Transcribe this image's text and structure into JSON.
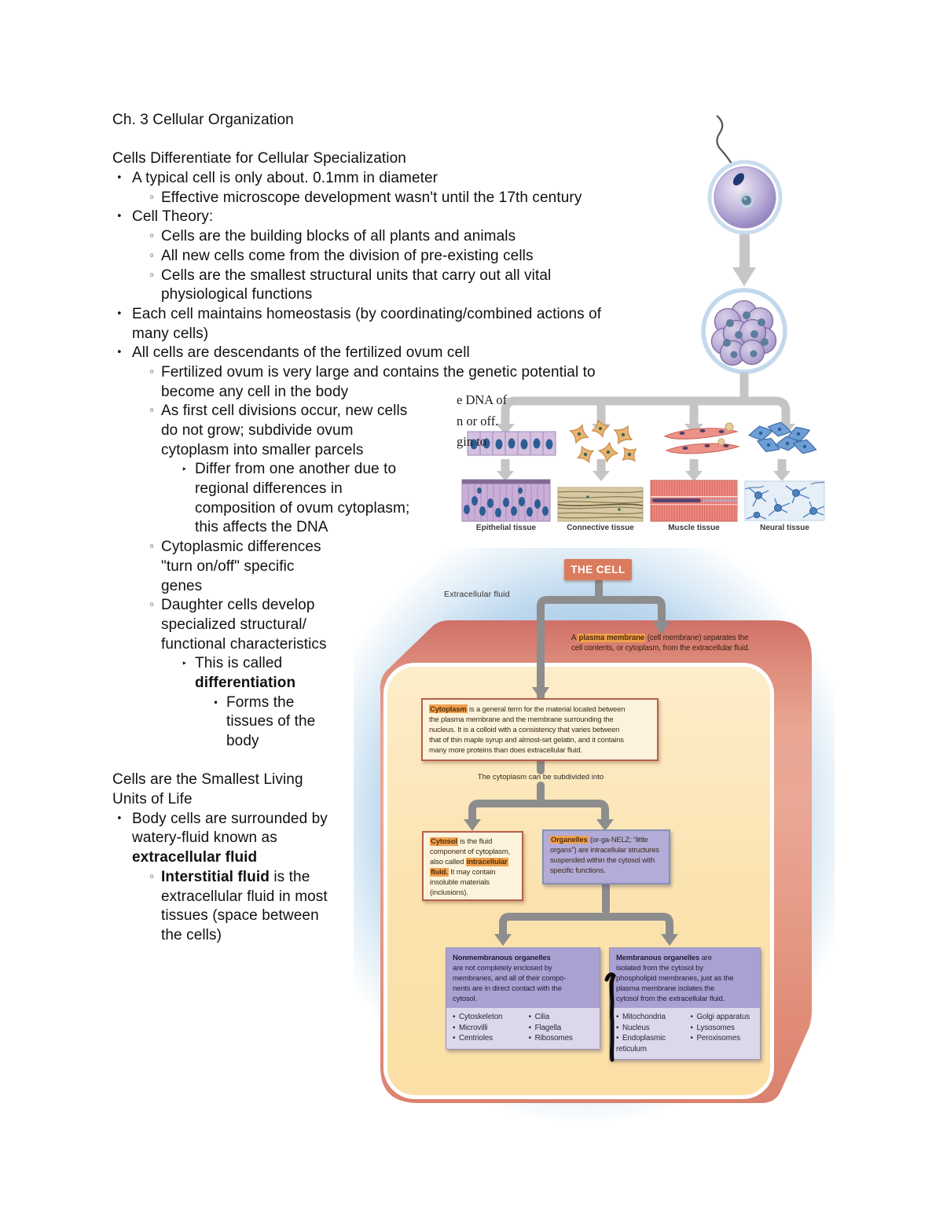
{
  "notes": {
    "lines": [
      {
        "i": 0,
        "s": [
          {
            "t": "Ch. 3 Cellular Organization"
          }
        ]
      },
      {
        "g": true
      },
      {
        "i": 0,
        "s": [
          {
            "t": "Cells Differentiate for Cellular Specialization"
          }
        ]
      },
      {
        "i": 1,
        "b": "dot",
        "s": [
          {
            "t": "A typical cell is only about. 0.1mm in diameter"
          }
        ]
      },
      {
        "i": 2,
        "b": "circ",
        "s": [
          {
            "t": "Effective microscope development wasn't until the 17th century"
          }
        ]
      },
      {
        "i": 1,
        "b": "dot",
        "s": [
          {
            "t": "Cell Theory:"
          }
        ]
      },
      {
        "i": 2,
        "b": "circ",
        "s": [
          {
            "t": "Cells are the building blocks of all plants and animals"
          }
        ]
      },
      {
        "i": 2,
        "b": "circ",
        "s": [
          {
            "t": "All new cells come from the division of pre-existing cells"
          }
        ]
      },
      {
        "i": 2,
        "b": "circ",
        "s": [
          {
            "t": "Cells are the smallest structural units that carry out all vital"
          }
        ]
      },
      {
        "i": 2,
        "s": [
          {
            "t": "physiological functions"
          }
        ]
      },
      {
        "i": 1,
        "b": "dot",
        "s": [
          {
            "t": "Each cell maintains homeostasis (by coordinating/combined actions of"
          }
        ]
      },
      {
        "i": 1,
        "s": [
          {
            "t": "many cells)"
          }
        ]
      },
      {
        "i": 1,
        "b": "dot",
        "s": [
          {
            "t": "All cells are descendants of the fertilized ovum cell"
          }
        ]
      },
      {
        "i": 2,
        "b": "circ",
        "s": [
          {
            "t": "Fertilized ovum is very large and contains the genetic potential to"
          }
        ]
      },
      {
        "i": 2,
        "s": [
          {
            "t": "become any cell in the body"
          }
        ]
      },
      {
        "i": 2,
        "b": "circ",
        "s": [
          {
            "t": "As first cell divisions occur, new cells"
          }
        ]
      },
      {
        "i": 2,
        "s": [
          {
            "t": "do not grow; subdivide ovum"
          }
        ]
      },
      {
        "i": 2,
        "s": [
          {
            "t": "cytoplasm into smaller parcels"
          }
        ]
      },
      {
        "i": 3,
        "b": "tri",
        "s": [
          {
            "t": "Differ from one another due to"
          }
        ]
      },
      {
        "i": 3,
        "s": [
          {
            "t": "regional differences in"
          }
        ]
      },
      {
        "i": 3,
        "s": [
          {
            "t": "composition of ovum cytoplasm;"
          }
        ]
      },
      {
        "i": 3,
        "s": [
          {
            "t": "this affects the DNA"
          }
        ]
      },
      {
        "i": 2,
        "b": "circ",
        "s": [
          {
            "t": "Cytoplasmic differences"
          }
        ]
      },
      {
        "i": 2,
        "s": [
          {
            "t": "\"turn on/off\" specific"
          }
        ]
      },
      {
        "i": 2,
        "s": [
          {
            "t": "genes"
          }
        ]
      },
      {
        "i": 2,
        "b": "circ",
        "s": [
          {
            "t": "Daughter cells develop"
          }
        ]
      },
      {
        "i": 2,
        "s": [
          {
            "t": "specialized structural/"
          }
        ]
      },
      {
        "i": 2,
        "s": [
          {
            "t": "functional characteristics"
          }
        ]
      },
      {
        "i": 3,
        "b": "tri",
        "s": [
          {
            "t": "This is called"
          }
        ]
      },
      {
        "i": 3,
        "s": [
          {
            "t": "differentiation",
            "b": true
          }
        ]
      },
      {
        "i": 4,
        "b": "dot",
        "s": [
          {
            "t": "Forms the"
          }
        ]
      },
      {
        "i": 4,
        "s": [
          {
            "t": "tissues of the"
          }
        ]
      },
      {
        "i": 4,
        "s": [
          {
            "t": "body"
          }
        ]
      },
      {
        "g": true
      },
      {
        "i": 0,
        "s": [
          {
            "t": "Cells are the Smallest Living"
          }
        ]
      },
      {
        "i": 0,
        "s": [
          {
            "t": "Units of Life"
          }
        ]
      },
      {
        "i": 1,
        "b": "dot",
        "s": [
          {
            "t": "Body cells are surrounded by"
          }
        ]
      },
      {
        "i": 1,
        "s": [
          {
            "t": "watery-fluid known as"
          }
        ]
      },
      {
        "i": 1,
        "s": [
          {
            "t": "extracellular fluid",
            "b": true
          }
        ]
      },
      {
        "i": 2,
        "b": "circ",
        "s": [
          {
            "t": "Interstitial fluid",
            "b": true
          },
          {
            "t": " is the"
          }
        ]
      },
      {
        "i": 2,
        "s": [
          {
            "t": "extracellular fluid in most"
          }
        ]
      },
      {
        "i": 2,
        "s": [
          {
            "t": "tissues (space between"
          }
        ]
      },
      {
        "i": 2,
        "s": [
          {
            "t": "the cells)"
          }
        ]
      }
    ]
  },
  "tissue_figure": {
    "cropped_text": [
      "e DNA of",
      "n or off.",
      "gin to"
    ],
    "labels": [
      "Epithelial tissue",
      "Connective tissue",
      "Muscle tissue",
      "Neural tissue"
    ]
  },
  "cell_figure": {
    "title": "THE CELL",
    "extracellular_label": "Extracellular fluid",
    "membrane_note": [
      [
        {
          "t": "A "
        },
        {
          "t": "plasma membrane",
          "hl": true
        },
        {
          "t": " (cell membrane) separates the"
        }
      ],
      [
        {
          "t": "cell contents, or cytoplasm, from the extracellular fluid."
        }
      ]
    ],
    "cytoplasm_note": [
      [
        {
          "t": "Cytoplasm",
          "hl": true
        },
        {
          "t": " is a general term for the material located between"
        }
      ],
      [
        {
          "t": "the plasma membrane and the membrane surrounding the"
        }
      ],
      [
        {
          "t": "nucleus. It is a colloid with a consistency that varies between"
        }
      ],
      [
        {
          "t": "that of thin maple syrup and almost-set gelatin, and it contains"
        }
      ],
      [
        {
          "t": "many more proteins than does extracellular fluid."
        }
      ]
    ],
    "subdivide_label": "The cytoplasm can be subdivided into",
    "cytosol_note": [
      [
        {
          "t": "Cytosol",
          "hl": true
        },
        {
          "t": " is the fluid"
        }
      ],
      [
        {
          "t": "component of cytoplasm,"
        }
      ],
      [
        {
          "t": "also called "
        },
        {
          "t": "intracellular",
          "hl": true
        }
      ],
      [
        {
          "t": "fluid.",
          "hl": true
        },
        {
          "t": " It may contain"
        }
      ],
      [
        {
          "t": "insoluble materials"
        }
      ],
      [
        {
          "t": "(inclusions)."
        }
      ]
    ],
    "organelles_note": [
      [
        {
          "t": "Organelles",
          "hl": true
        },
        {
          "t": " (or-ga-NELZ; “little"
        }
      ],
      [
        {
          "t": "organs”) are intracellular structures"
        }
      ],
      [
        {
          "t": "suspended within the cytosol with"
        }
      ],
      [
        {
          "t": "specific functions."
        }
      ]
    ],
    "nonmembranous": {
      "note": [
        [
          {
            "t": "Nonmembranous organelles",
            "b": true
          }
        ],
        [
          {
            "t": "are not completely enclosed by"
          }
        ],
        [
          {
            "t": "membranes, and all of their compo-"
          }
        ],
        [
          {
            "t": "nents are in direct contact with the"
          }
        ],
        [
          {
            "t": "cytosol."
          }
        ]
      ],
      "col1": [
        "Cytoskeleton",
        "Microvilli",
        "Centrioles"
      ],
      "col2": [
        "Cilia",
        "Flagella",
        "Ribosomes"
      ]
    },
    "membranous": {
      "note": [
        [
          {
            "t": "Membranous organelles",
            "b": true
          },
          {
            "t": " are"
          }
        ],
        [
          {
            "t": "isolated from the cytosol by"
          }
        ],
        [
          {
            "t": "phospholipid membranes, just as the"
          }
        ],
        [
          {
            "t": "plasma membrane isolates the"
          }
        ],
        [
          {
            "t": "cytosol from the extracellular fluid."
          }
        ]
      ],
      "col1": [
        "Mitochondria",
        "Nucleus",
        "Endoplasmic reticulum"
      ],
      "col2": [
        "Golgi apparatus",
        "Lysosomes",
        "Peroxisomes"
      ]
    }
  },
  "colors": {
    "highlight_orange": "#f0a04c",
    "the_cell_bg": "#db7b5e",
    "cell_pink": "#e09079",
    "cytoplasm_tan": "#fbe4b6",
    "box_cream": "#fdf3dc",
    "box_purple": "#b3abd8",
    "list_lavender": "#dcd8ec",
    "flow_arrow_gray": "#8d8d8d",
    "light_arrow_gray": "#c5c5c5",
    "halo_blue": "#a9cbe7"
  }
}
